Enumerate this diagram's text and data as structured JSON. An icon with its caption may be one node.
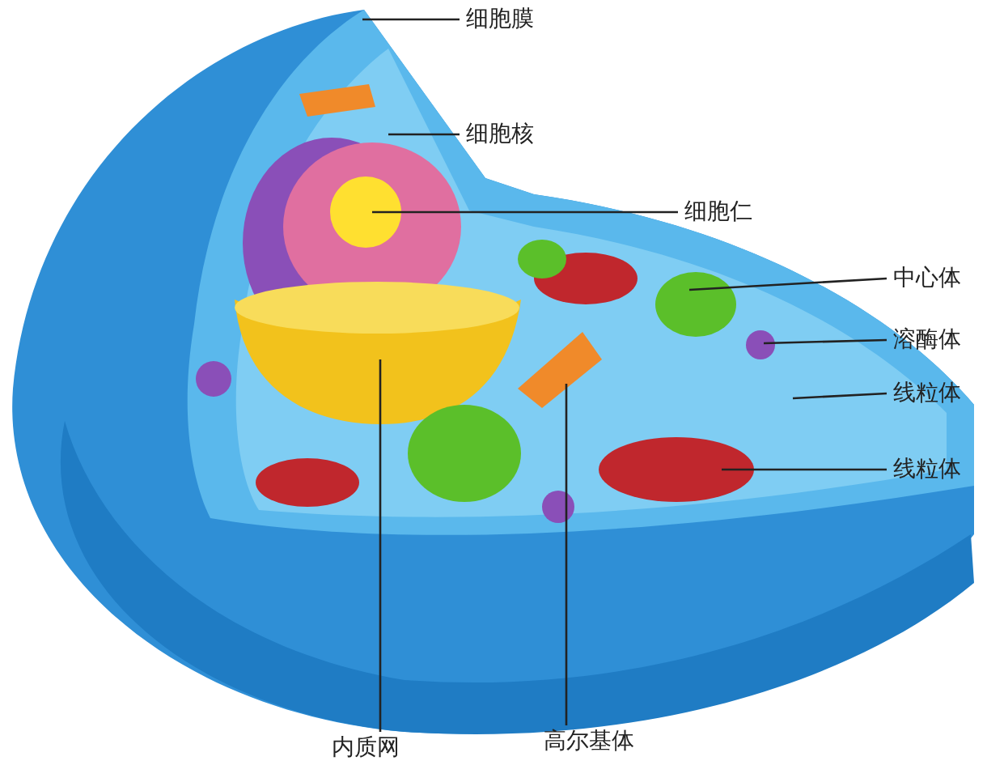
{
  "diagram": {
    "nodes": [
      {
        "text": [
          "细胞膜"
        ]
      },
      {
        "text": [
          "细胞核"
        ]
      },
      {
        "text": [
          "细胞仁"
        ]
      },
      {
        "text": [
          "中心体"
        ]
      },
      {
        "text": [
          "溶酶体"
        ]
      },
      {
        "text": [
          "线粒体"
        ]
      },
      {
        "text": [
          "线粒体"
        ]
      },
      {
        "text": [
          "内质网"
        ]
      },
      {
        "text": [
          "高尔基体"
        ]
      }
    ],
    "edges": [
      {
        "from": 0,
        "to": null,
        "arrow": "none"
      },
      {
        "from": 1,
        "to": null,
        "arrow": "none"
      },
      {
        "from": 2,
        "to": null,
        "arrow": "none"
      },
      {
        "from": 3,
        "to": null,
        "arrow": "none"
      },
      {
        "from": 4,
        "to": null,
        "arrow": "none"
      },
      {
        "from": 5,
        "to": null,
        "arrow": "none"
      },
      {
        "from": 6,
        "to": null,
        "arrow": "none"
      },
      {
        "from": 7,
        "to": null,
        "arrow": "none"
      },
      {
        "from": 8,
        "to": null,
        "arrow": "none"
      }
    ]
  }
}
